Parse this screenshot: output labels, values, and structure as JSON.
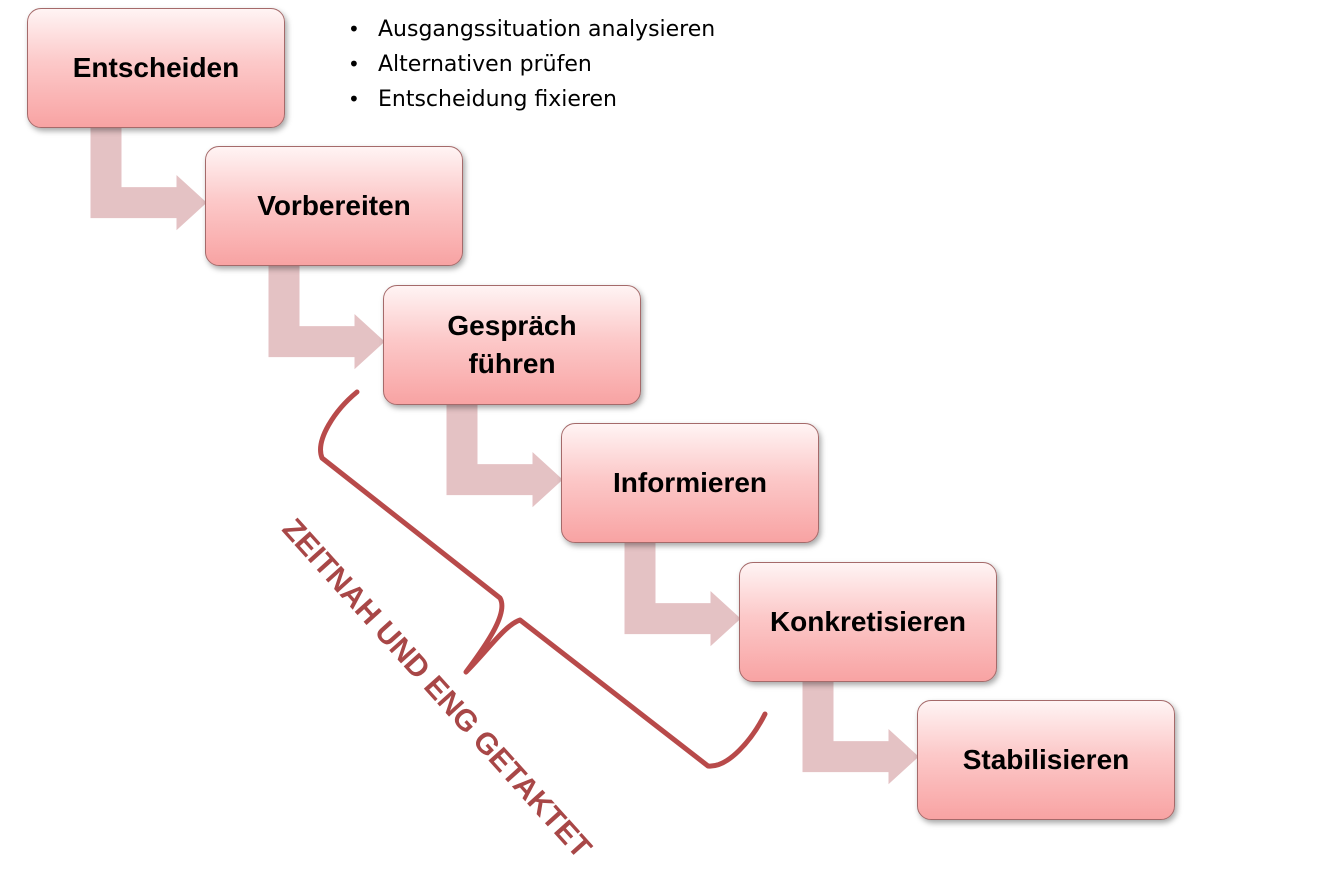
{
  "diagram": {
    "steps": [
      {
        "label": "Entscheiden"
      },
      {
        "label": "Vorbereiten"
      },
      {
        "label": "Gespräch\nführen"
      },
      {
        "label": "Informieren"
      },
      {
        "label": "Konkretisieren"
      },
      {
        "label": "Stabilisieren"
      }
    ],
    "first_step_bullets": [
      "Ausgangssituation analysieren",
      "Alternativen prüfen",
      "Entscheidung fixieren"
    ],
    "annotation": "ZEITNAH UND ENG GETAKTET"
  },
  "colors": {
    "box_light": "#fff4f4",
    "box_dark": "#f8a3a3",
    "box_border": "#a56a6a",
    "arrow_fill": "#e4c2c4",
    "arrow_stroke": "#ffffff",
    "brace": "#b84a4a",
    "annotation_text": "#a84747"
  }
}
